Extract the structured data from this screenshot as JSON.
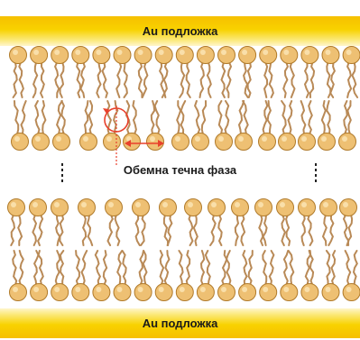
{
  "substrate_top_label": "Au подложка",
  "substrate_bottom_label": "Au подложка",
  "bulk_phase_label": "Обемна течна фаза",
  "colors": {
    "gold": "#f6c000",
    "head_fill": "#eec073",
    "head_stroke": "#b07a2a",
    "tail": "#b98a57",
    "highlight": "#e8412c"
  },
  "icons": [
    "lipid-molecule-icon",
    "ellipsis-vertical-icon",
    "double-arrow-icon",
    "rotation-circle-icon"
  ]
}
